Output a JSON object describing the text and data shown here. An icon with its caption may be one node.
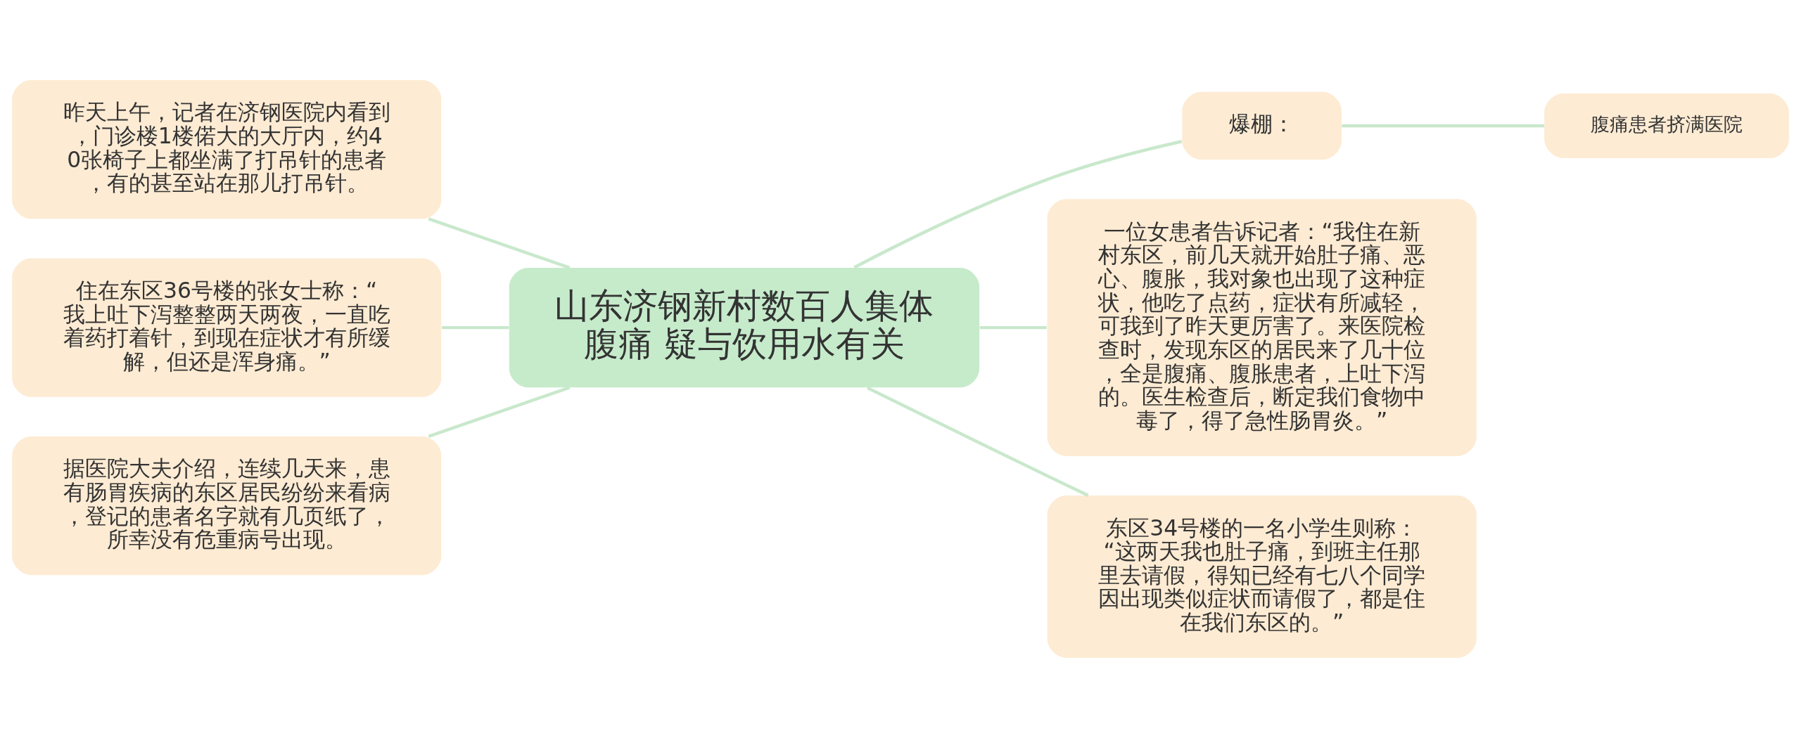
{
  "diagram": {
    "nodes": [
      {
        "text": [
          "山东济钢新村数百人集体腹痛 疑与饮用水有关"
        ]
      },
      {
        "text": [
          "昨天上午，记者在济钢医院内看到，门诊楼1楼偌大的大厅内，约40张椅子上都坐满了打吊针的患者，有的甚至站在那儿打吊针。"
        ]
      },
      {
        "text": [
          "住在东区36号楼的张女士称：“我上吐下泻整整两天两夜，一直吃着药打着针，到现在症状才有所缓解，但还是浑身痛。”"
        ]
      },
      {
        "text": [
          "据医院大夫介绍，连续几天来，患有肠胃疾病的东区居民纷纷来看病，登记的患者名字就有几页纸了，所幸没有危重病号出现。"
        ]
      },
      {
        "text": [
          "爆棚："
        ]
      },
      {
        "text": [
          "腹痛患者挤满医院"
        ]
      },
      {
        "text": [
          "一位女患者告诉记者：“我住在新村东区，前几天就开始肚子痛、恶心、腹胀，我对象也出现了这种症状，他吃了点药，症状有所减轻，可我到了昨天更厉害了。来医院检查时，发现东区的居民来了几十位，全是腹痛、腹胀患者，上吐下泻的。医生检查后，断定我们食物中毒了，得了急性肠胃炎。”"
        ]
      },
      {
        "text": [
          "东区34号楼的一名小学生则称：“这两天我也肚子痛，到班主任那里去请假，得知已经有七八个同学因出现类似症状而请假了，都是住在我们东区的。”"
        ]
      }
    ],
    "edges": [
      {
        "from": 0,
        "to": 1,
        "arrow": "none"
      },
      {
        "from": 0,
        "to": 2,
        "arrow": "none"
      },
      {
        "from": 0,
        "to": 3,
        "arrow": "none"
      },
      {
        "from": 0,
        "to": 4,
        "arrow": "none"
      },
      {
        "from": 4,
        "to": 5,
        "arrow": "none"
      },
      {
        "from": 0,
        "to": 6,
        "arrow": "none"
      },
      {
        "from": 0,
        "to": 7,
        "arrow": "none"
      }
    ]
  }
}
